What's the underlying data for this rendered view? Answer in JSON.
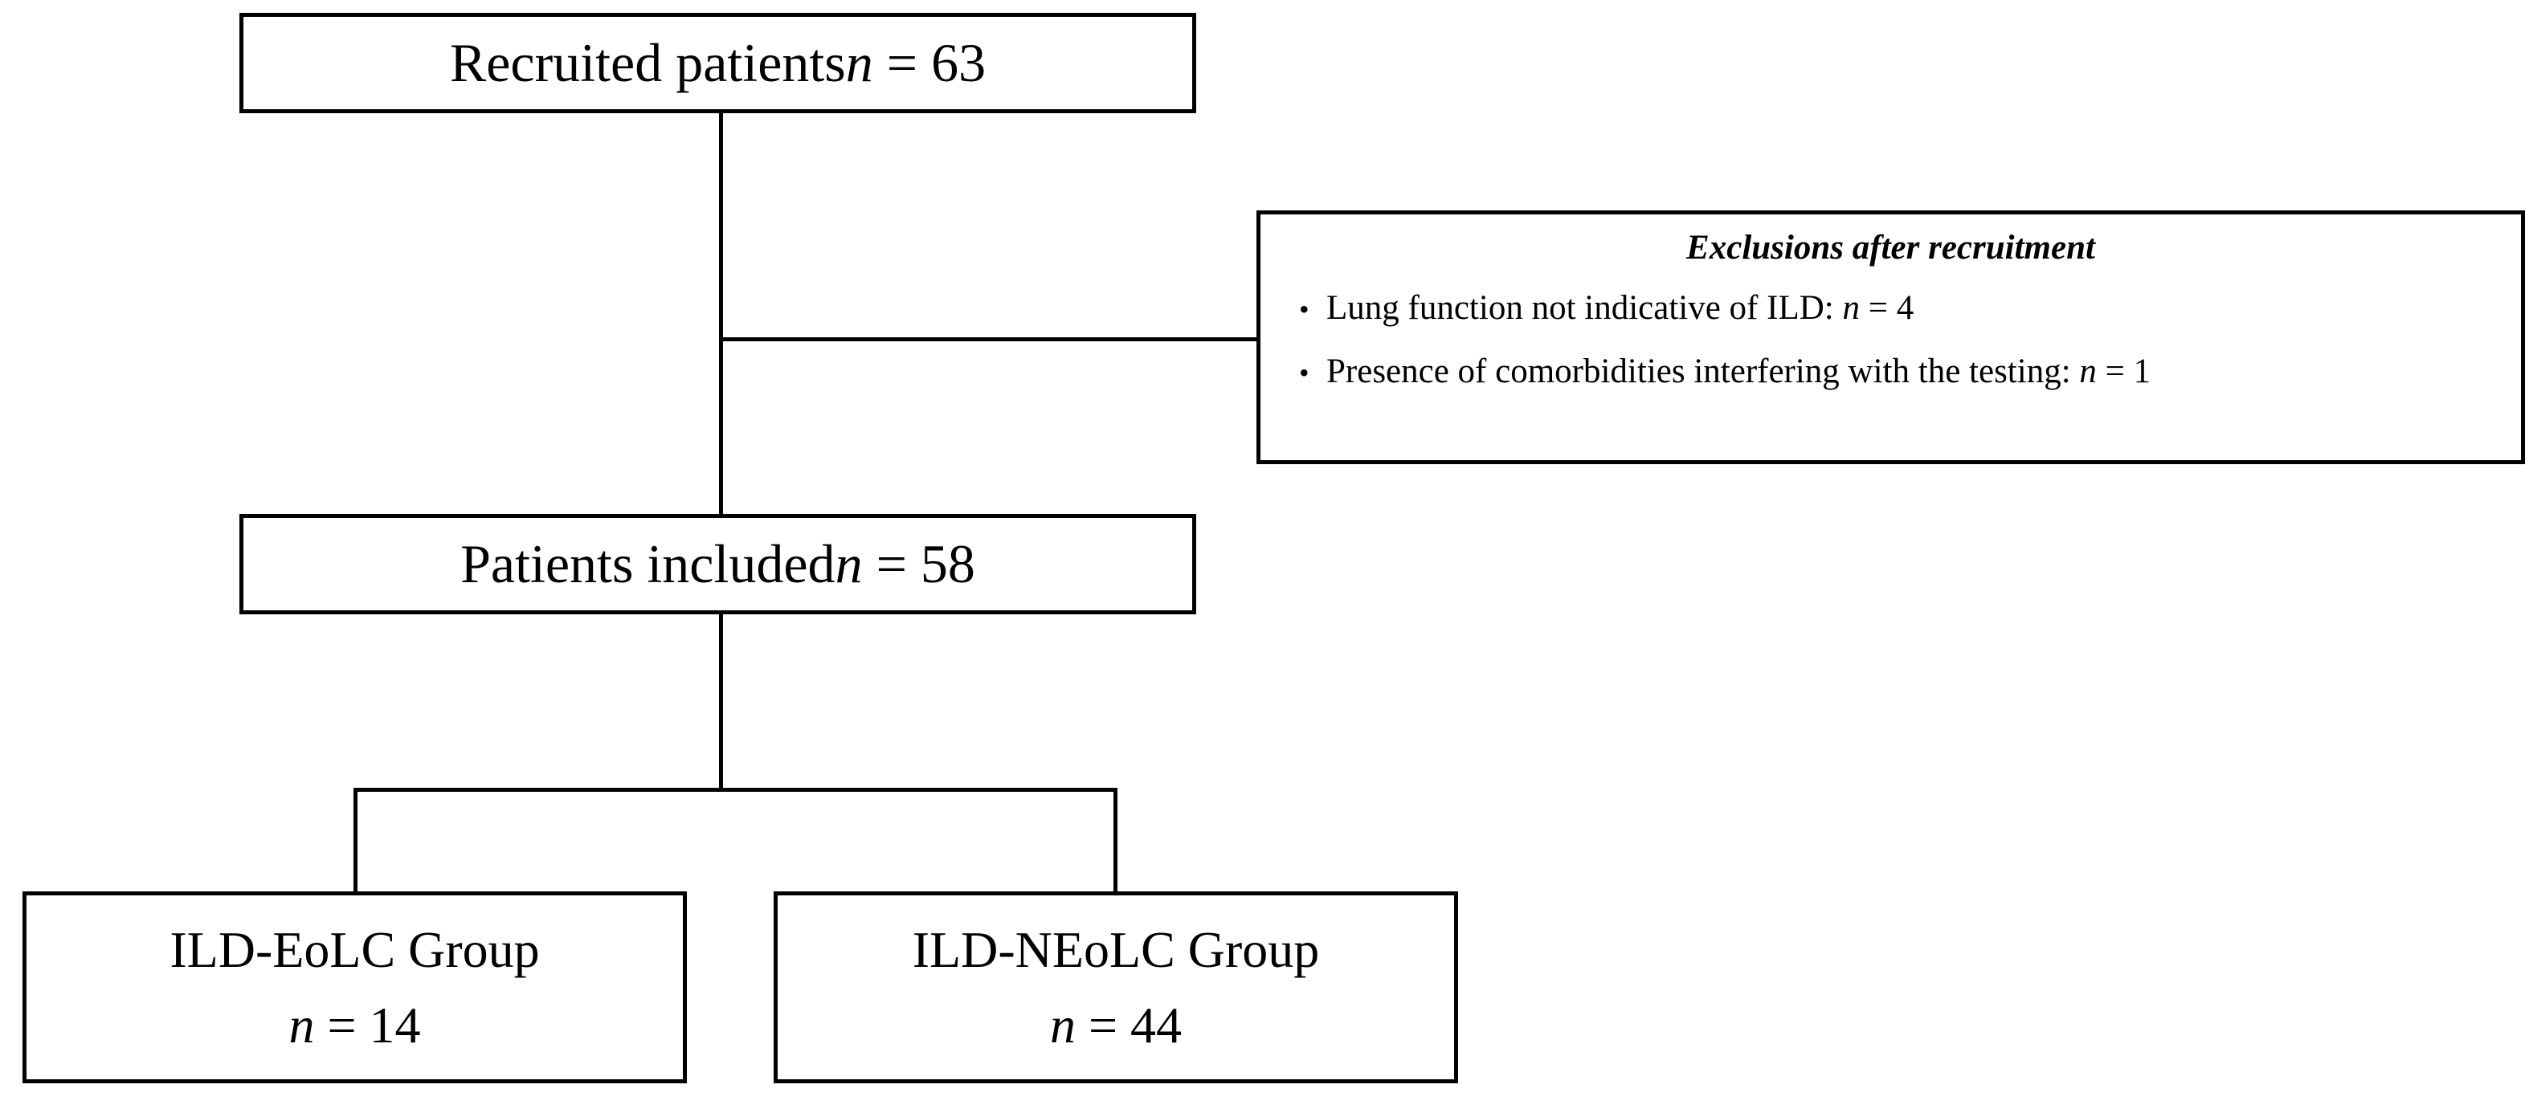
{
  "diagram": {
    "title": "Patient recruitment and grouping flowchart",
    "type": "flowchart",
    "stroke_color": "#000000",
    "background_color": "#ffffff",
    "nodes": {
      "recruited": {
        "label": "Recruited patients",
        "n_symbol": "n",
        "equals": " = ",
        "n_value": "63",
        "full_text": "Recruited patients n = 63"
      },
      "included": {
        "label": "Patients included",
        "n_symbol": "n",
        "equals": " = ",
        "n_value": "58",
        "full_text": "Patients included n = 58"
      },
      "group_eolc": {
        "label": "ILD-EoLC Group",
        "n_symbol": "n",
        "equals": " = ",
        "n_value": "14",
        "full_text": "ILD-EoLC Group n = 14"
      },
      "group_neolc": {
        "label": "ILD-NEoLC Group",
        "n_symbol": "n",
        "equals": " = ",
        "n_value": "44",
        "full_text": "ILD-NEoLC Group n = 44"
      },
      "exclusions": {
        "title": "Exclusions after recruitment",
        "bullet_glyph": "•",
        "items": [
          {
            "text": "Lung function not indicative of ILD: ",
            "n_symbol": "n",
            "equals": " = ",
            "n_value": "4",
            "full_text": "Lung function not indicative of ILD: n = 4"
          },
          {
            "text": "Presence of comorbidities interfering with the testing: ",
            "n_symbol": "n",
            "equals": " = ",
            "n_value": "1",
            "full_text": "Presence of comorbidities interfering with the testing: n = 1"
          }
        ]
      }
    }
  }
}
